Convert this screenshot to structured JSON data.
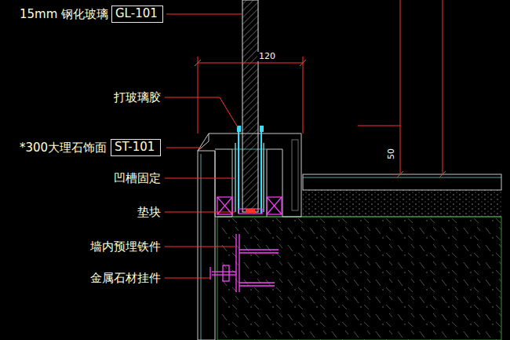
{
  "diagram": {
    "nodes": [
      {
        "text": [
          "GL-101"
        ]
      },
      {
        "text": [
          "ST-101"
        ]
      }
    ],
    "labels": [
      "15mm 钢化玻璃",
      "打玻璃胶",
      "*300大理石饰面",
      "凹槽固定",
      "垫块",
      "墙内预埋铁件",
      "金属石材挂件",
      "120",
      "50"
    ]
  }
}
